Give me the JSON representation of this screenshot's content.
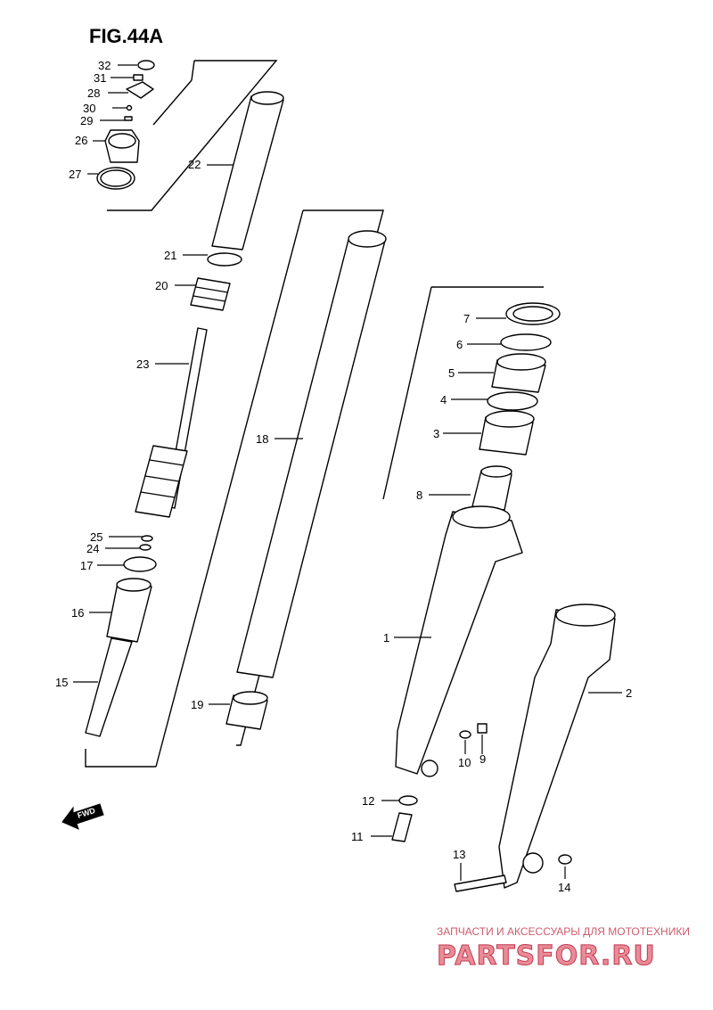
{
  "figure": {
    "title": "FIG.44A"
  },
  "callouts": [
    {
      "id": "c32",
      "label": "32"
    },
    {
      "id": "c31",
      "label": "31"
    },
    {
      "id": "c28",
      "label": "28"
    },
    {
      "id": "c30",
      "label": "30"
    },
    {
      "id": "c29",
      "label": "29"
    },
    {
      "id": "c26",
      "label": "26"
    },
    {
      "id": "c27",
      "label": "27"
    },
    {
      "id": "c22",
      "label": "22"
    },
    {
      "id": "c21",
      "label": "21"
    },
    {
      "id": "c20",
      "label": "20"
    },
    {
      "id": "c23",
      "label": "23"
    },
    {
      "id": "c18",
      "label": "18"
    },
    {
      "id": "c25",
      "label": "25"
    },
    {
      "id": "c24",
      "label": "24"
    },
    {
      "id": "c17",
      "label": "17"
    },
    {
      "id": "c16",
      "label": "16"
    },
    {
      "id": "c15",
      "label": "15"
    },
    {
      "id": "c19",
      "label": "19"
    },
    {
      "id": "c7",
      "label": "7"
    },
    {
      "id": "c6",
      "label": "6"
    },
    {
      "id": "c5",
      "label": "5"
    },
    {
      "id": "c4",
      "label": "4"
    },
    {
      "id": "c3",
      "label": "3"
    },
    {
      "id": "c8",
      "label": "8"
    },
    {
      "id": "c1",
      "label": "1"
    },
    {
      "id": "c2",
      "label": "2"
    },
    {
      "id": "c10",
      "label": "10"
    },
    {
      "id": "c9",
      "label": "9"
    },
    {
      "id": "c12",
      "label": "12"
    },
    {
      "id": "c11",
      "label": "11"
    },
    {
      "id": "c13",
      "label": "13"
    },
    {
      "id": "c14",
      "label": "14"
    }
  ],
  "direction_marker": {
    "label": "FWD"
  },
  "watermark": {
    "caption": "ЗАПЧАСТИ И АКСЕССУАРЫ ДЛЯ МОТОТЕХНИКИ",
    "logo": "PARTSFOR.RU",
    "color": "#e98c98"
  }
}
